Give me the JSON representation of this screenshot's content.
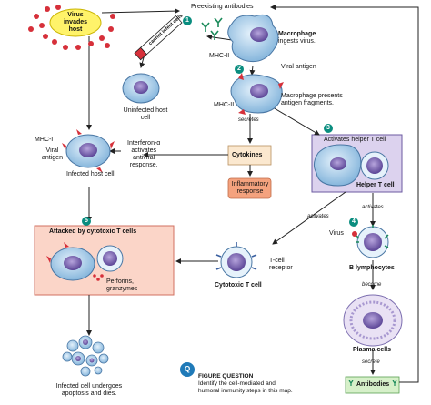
{
  "labels": {
    "virus_invades": "Virus\ninvades\nhost",
    "preexisting_antibodies": "Preexisting antibodies",
    "macrophage_title": "Macrophage",
    "macrophage_ingests": "ingests virus.",
    "mhc2_top": "MHC-II",
    "cannot_infect": "cannot infect cells",
    "viral_antigen_right": "Viral antigen",
    "uninfected_host": "Uninfected host\ncell",
    "mhc2_mid": "MHC-II",
    "secretes": "secretes",
    "macrophage_presents": "Macrophage presents\nantigen fragments.",
    "mhc1": "MHC-I",
    "viral_antigen_left": "Viral\nantigen",
    "interferon": "Interferon-α\nactivates\nantiviral\nresponse.",
    "infected_host": "Infected host cell",
    "cytokines": "Cytokines",
    "inflammatory": "Inflammatory\nresponse",
    "activates_helper": "Activates helper T cell",
    "helper_t": "Helper T cell",
    "activates_a": "activates",
    "activates_b": "activates",
    "virus_b": "Virus",
    "b_lymph": "B lymphocytes",
    "become": "become",
    "attacked": "Attacked by cytotoxic T cells",
    "perforins": "Perforins,\ngranzymes",
    "t_receptor": "T-cell\nreceptor",
    "cytotoxic": "Cytotoxic T cell",
    "plasma": "Plasma cells",
    "secrete": "secrete",
    "antibodies": "Antibodies",
    "apoptosis": "Infected cell undergoes\napoptosis and dies.",
    "figure_q_title": "FIGURE QUESTION",
    "figure_q_text": "Identify the cell-mediated and\nhumoral immunity steps in this map.",
    "q_icon": "Q"
  },
  "steps": [
    "1",
    "2",
    "3",
    "4",
    "5"
  ],
  "colors": {
    "teal": "#0a8d7f",
    "virus_red": "#d6303a",
    "cell_blue": "#9fc6e6",
    "nucleus": "#6d5aa8",
    "cytokine_fill": "#fbe8cf",
    "inflam_fill": "#f4a27e",
    "helper_box_fill": "#dcd2ee",
    "attack_box_fill": "#fbd5c8",
    "antibody_box_fill": "#d6f0c9",
    "virus_box_fill": "#fff36a"
  },
  "icons": [
    "virus-icon",
    "antibody-icon",
    "question-icon"
  ]
}
